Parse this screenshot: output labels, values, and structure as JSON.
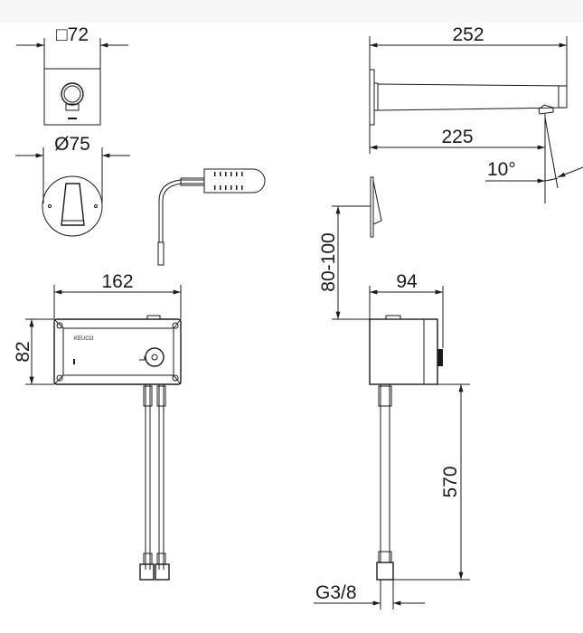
{
  "drawing": {
    "dimensions": {
      "square_plate": "□72",
      "round_plate": "Ø75",
      "box_width": "162",
      "box_height": "82",
      "spout_length": "252",
      "spout_outlet": "225",
      "angle": "10°",
      "mount_height": "80-100",
      "box_depth": "94",
      "hose_length": "570",
      "thread": "G3/8"
    },
    "brand_label": "KEUCO"
  }
}
